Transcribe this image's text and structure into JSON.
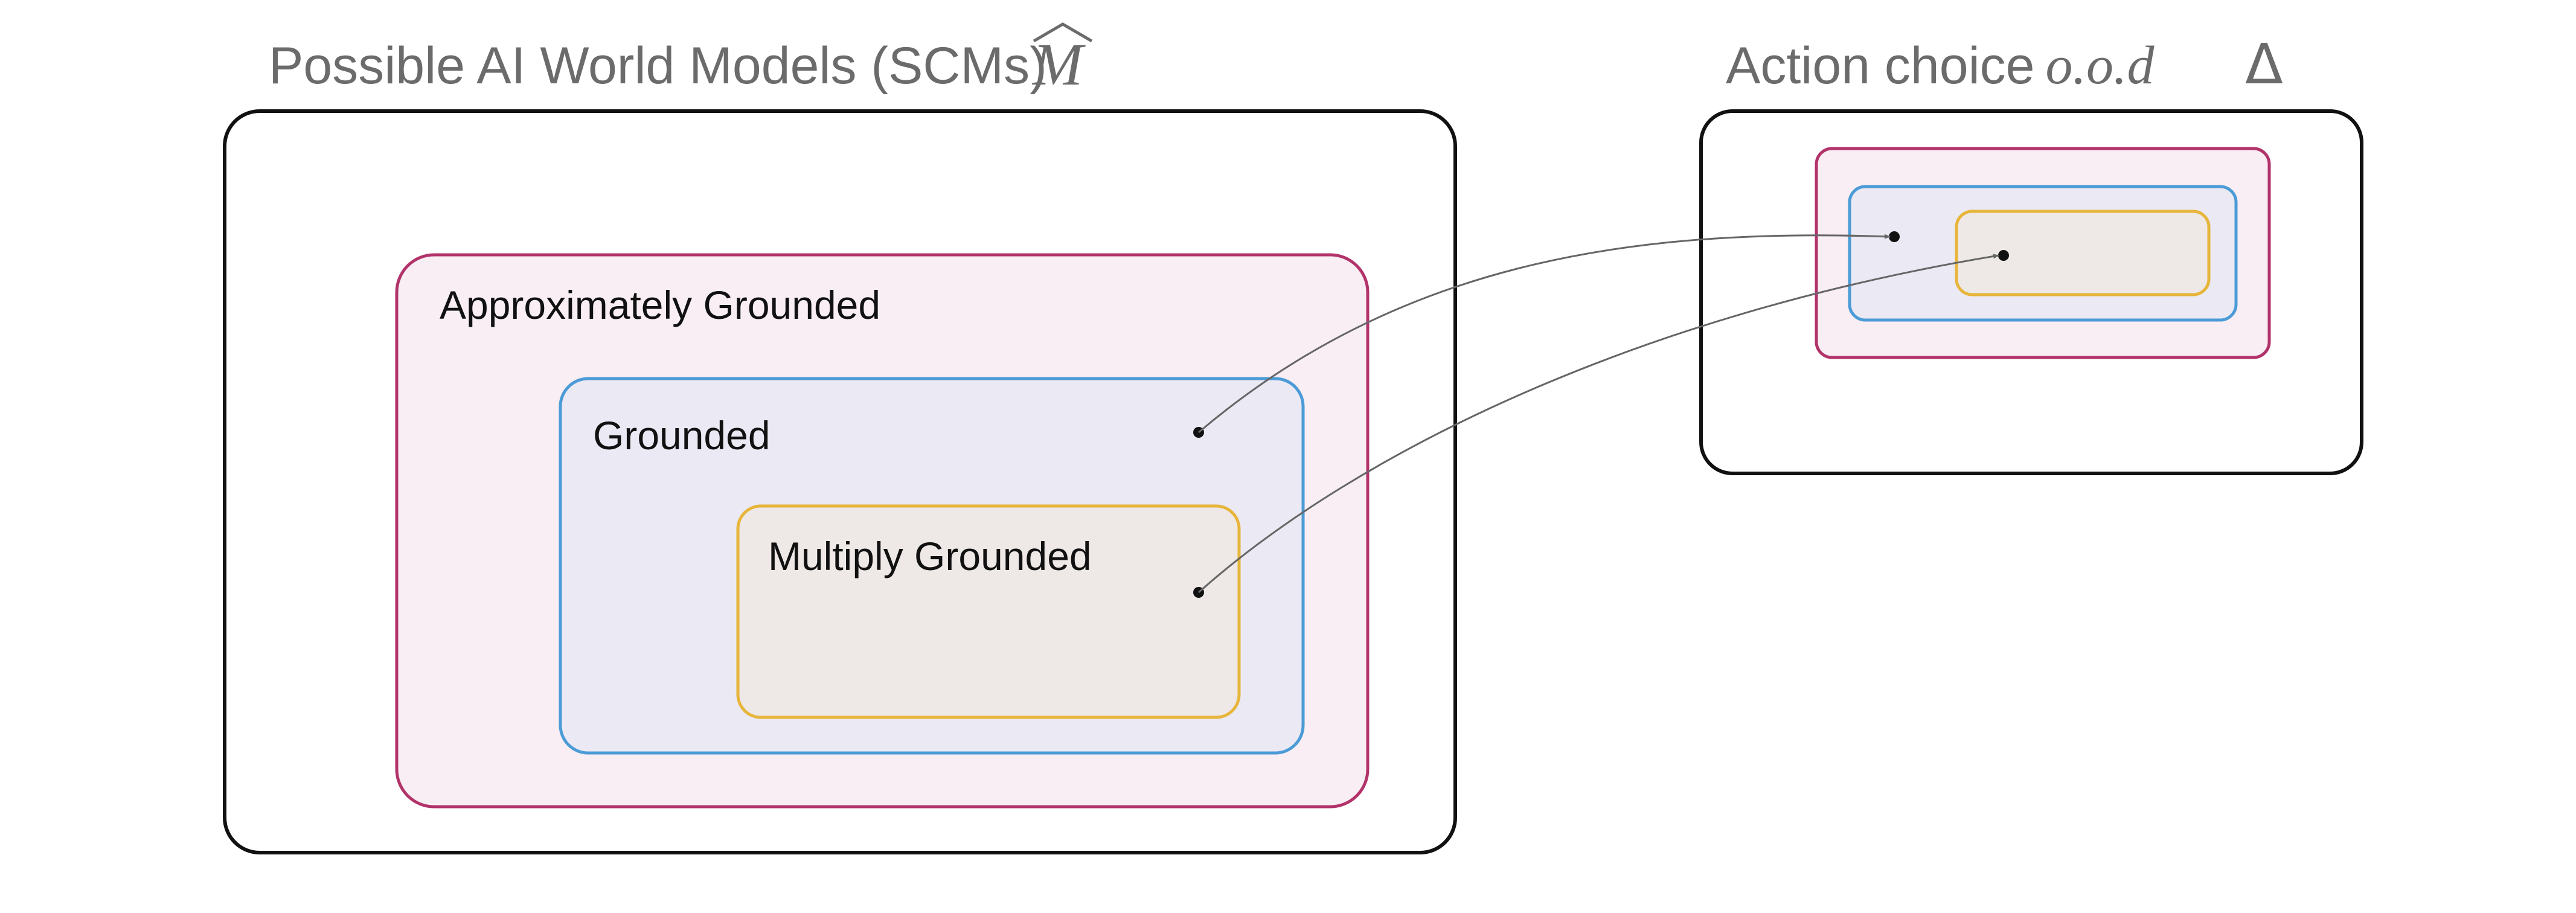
{
  "left_panel": {
    "title": "Possible AI World Models (SCMs)",
    "symbol": "M",
    "symbol_accent": "^",
    "regions": {
      "approximately_grounded": {
        "label": "Approximately Grounded",
        "stroke": "#b2336a",
        "fill": "#f8eef4"
      },
      "grounded": {
        "label": "Grounded",
        "stroke": "#4b9bd6",
        "fill": "#ebe9f4"
      },
      "multiply_grounded": {
        "label": "Multiply Grounded",
        "stroke": "#e6b53a",
        "fill": "#eee8e6"
      }
    }
  },
  "right_panel": {
    "title": "Action choice",
    "title_math": "o.o.d",
    "symbol": "Δ"
  },
  "colors": {
    "outer_border": "#111111",
    "arrow": "#666666",
    "title_text": "#6b6b6b"
  }
}
